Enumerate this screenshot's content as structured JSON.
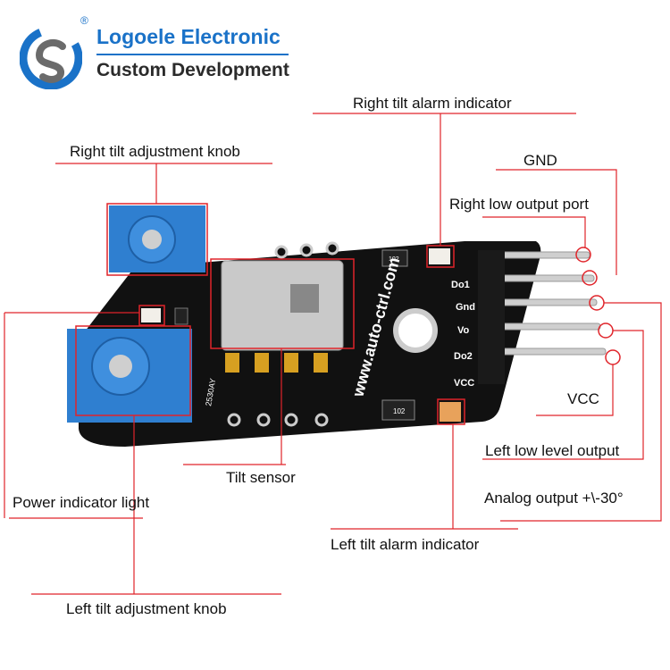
{
  "brand": {
    "name": "Logoele Electronic",
    "tagline": "Custom Development",
    "registered_mark": "®",
    "colors": {
      "blue": "#1a72c8",
      "gray": "#6b6b6b"
    }
  },
  "board": {
    "silkscreen_url": "www.auto-ctrl.com",
    "pin_labels": [
      "Do1",
      "Gnd",
      "Vo",
      "Do2",
      "VCC"
    ],
    "resistor_codes": [
      "102",
      "102"
    ],
    "part_code": "2530AY"
  },
  "callouts": {
    "right_tilt_alarm": "Right tilt alarm indicator",
    "right_tilt_knob": "Right tilt adjustment knob",
    "gnd": "GND",
    "right_low_output": "Right low output port",
    "vcc": "VCC",
    "left_low_level": "Left low level output",
    "analog_output": "Analog output +\\-30°",
    "tilt_sensor": "Tilt sensor",
    "power_indicator": "Power indicator light",
    "left_tilt_alarm": "Left tilt  alarm indicator",
    "left_tilt_knob": "Left tilt adjustment knob"
  },
  "colors": {
    "callout_line": "#e0242a",
    "board": "#111111",
    "pot": "#2f7fd0",
    "pin": "#d8d8d8"
  }
}
